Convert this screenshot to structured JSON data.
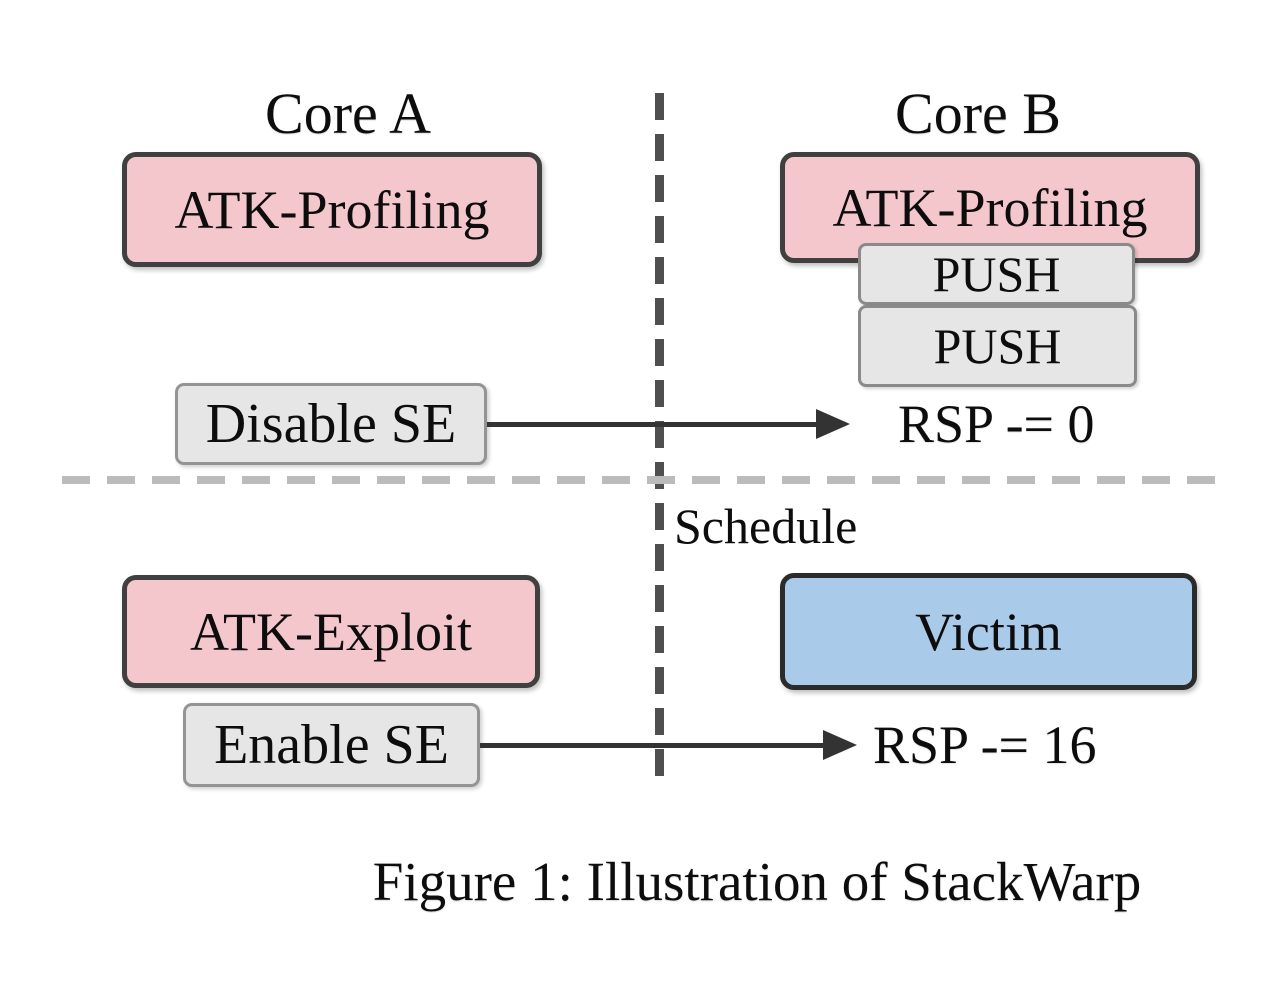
{
  "figure": {
    "caption": "Figure 1: Illustration of StackWarp",
    "columns": {
      "core_a": "Core A",
      "core_b": "Core B"
    },
    "schedule_label": "Schedule",
    "top_phase": {
      "core_a_task": "ATK-Profiling",
      "core_b_task": "ATK-Profiling",
      "push_1": "PUSH",
      "push_2": "PUSH",
      "action": "Disable SE",
      "effect": "RSP -= 0"
    },
    "bottom_phase": {
      "core_a_task": "ATK-Exploit",
      "core_b_task": "Victim",
      "action": "Enable SE",
      "effect": "RSP -= 16"
    },
    "colors": {
      "attacker_fill": "#f4c7cc",
      "victim_fill": "#a9cbe9",
      "action_fill": "#e6e6e6",
      "border_dark": "#404040",
      "dash_vertical": "#4f4f4f",
      "dash_horizontal": "#bbbbbb"
    }
  }
}
